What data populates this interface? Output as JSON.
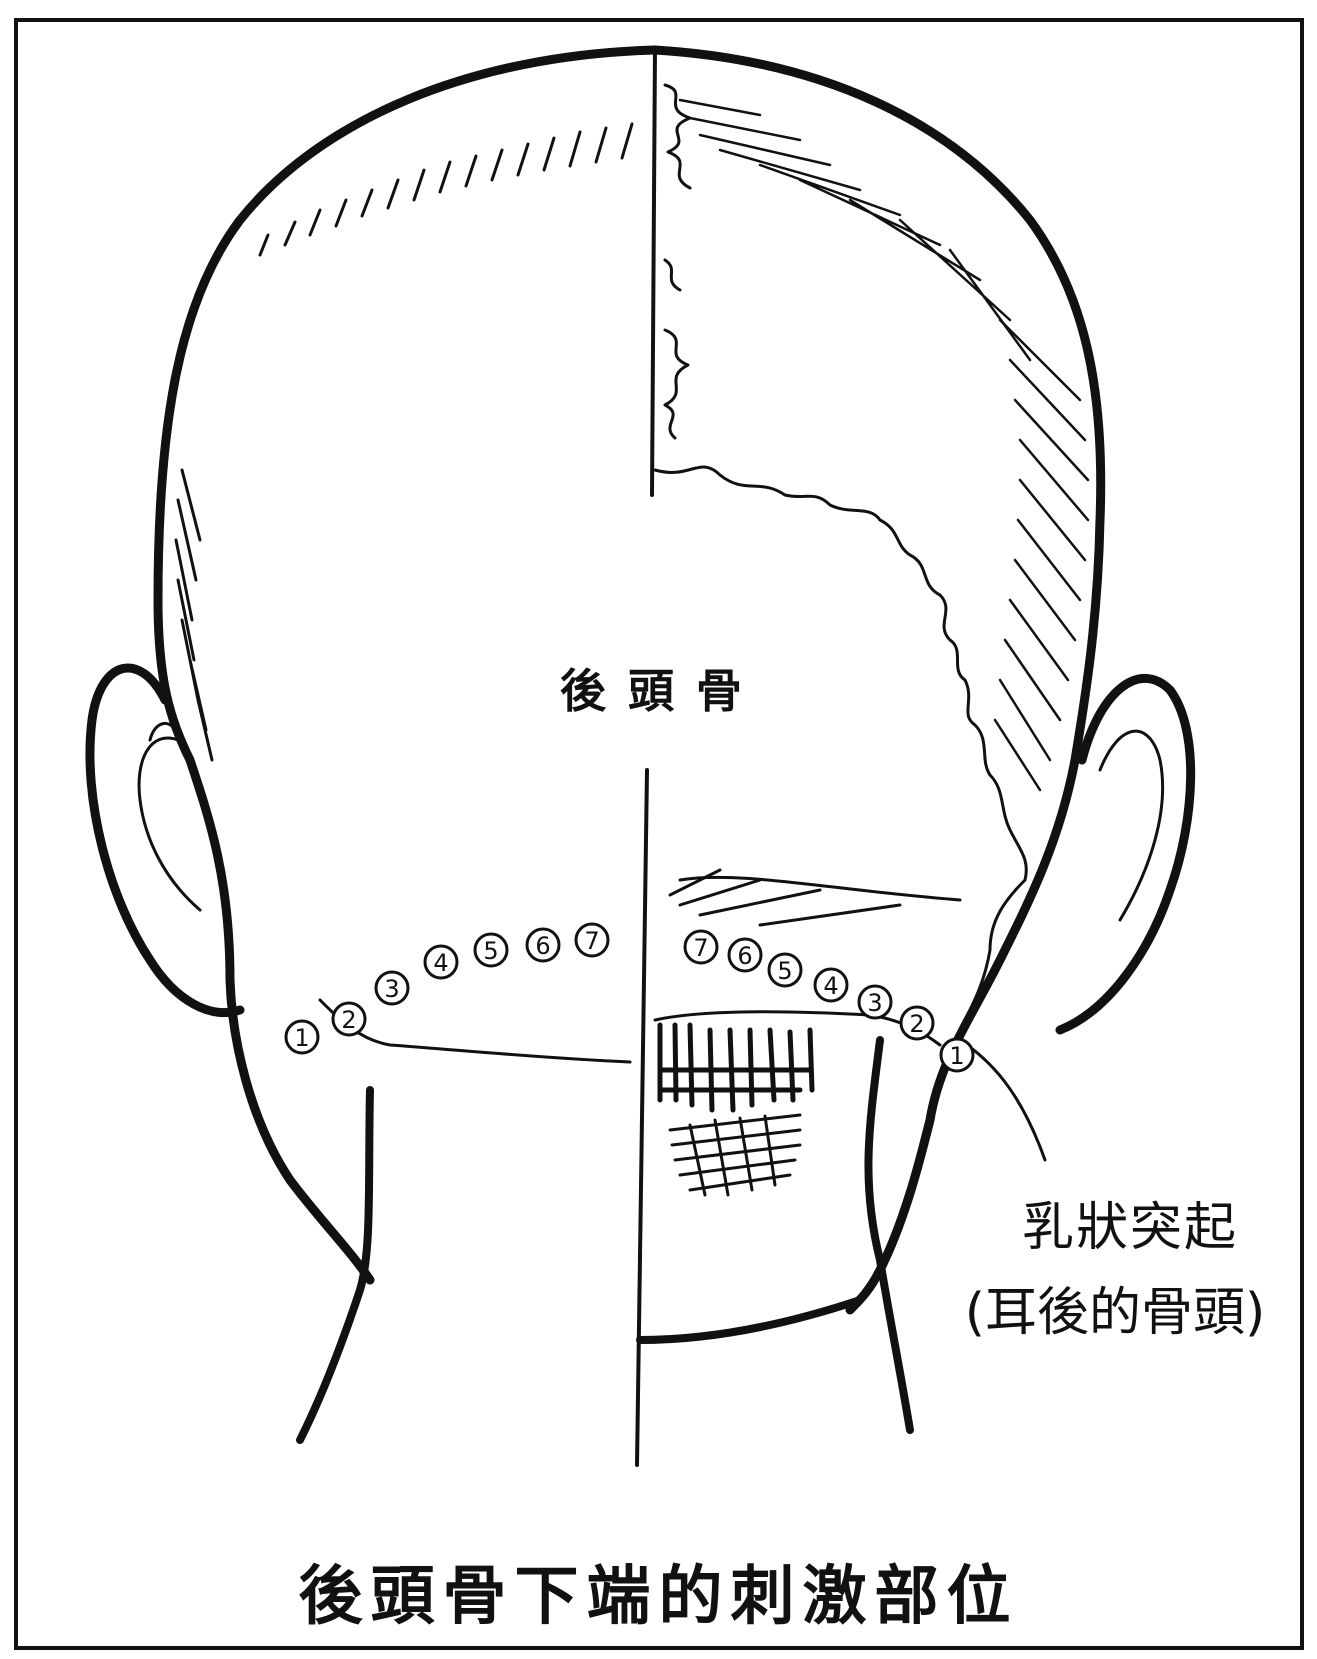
{
  "labels": {
    "occipital_bone": "後頭骨",
    "mastoid_process": "乳狀突起",
    "mastoid_note": "(耳後的骨頭)",
    "caption": "後頭骨下端的刺激部位"
  },
  "points_left": [
    "1",
    "2",
    "3",
    "4",
    "5",
    "6",
    "7"
  ],
  "points_right": [
    "7",
    "6",
    "5",
    "4",
    "3",
    "2",
    "1"
  ]
}
